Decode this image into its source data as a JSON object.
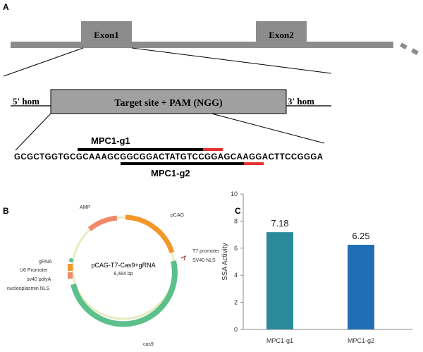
{
  "panels": {
    "a": "A",
    "b": "B",
    "c": "C"
  },
  "gene": {
    "exon1": "Exon1",
    "exon2": "Exon2",
    "hom5": "5' hom",
    "hom3": "3' hom",
    "target": "Target site + PAM (NGG)"
  },
  "sequence": {
    "text": "GCGCTGGTGCGCAAAGCGGCGGACTATGTCCGGAGCAAGGACTTCCGGGA",
    "g1": "MPC1-g1",
    "g2": "MPC1-g2"
  },
  "plasmid": {
    "name": "pCAG-T7-Cas9+gRNA",
    "size": "8,484 bp",
    "features": [
      "AMP",
      "pCAG",
      "T7 promoter",
      "SV40 NLS",
      "cas9",
      "gRNA",
      "U6 Promoter",
      "sv40 polyA",
      "nucleoplasmin NLS"
    ]
  },
  "chart_data": {
    "type": "bar",
    "categories": [
      "MPC1-g1",
      "MPC1-g2"
    ],
    "values": [
      7.18,
      6.25
    ],
    "value_labels": [
      "7.18",
      "6.25"
    ],
    "ylabel": "SSA Activity",
    "ylim": [
      0,
      10
    ],
    "yticks": [
      "0",
      "2",
      "4",
      "6",
      "8",
      "10"
    ],
    "colors": [
      "#2a8a9a",
      "#1f6fb5"
    ]
  }
}
